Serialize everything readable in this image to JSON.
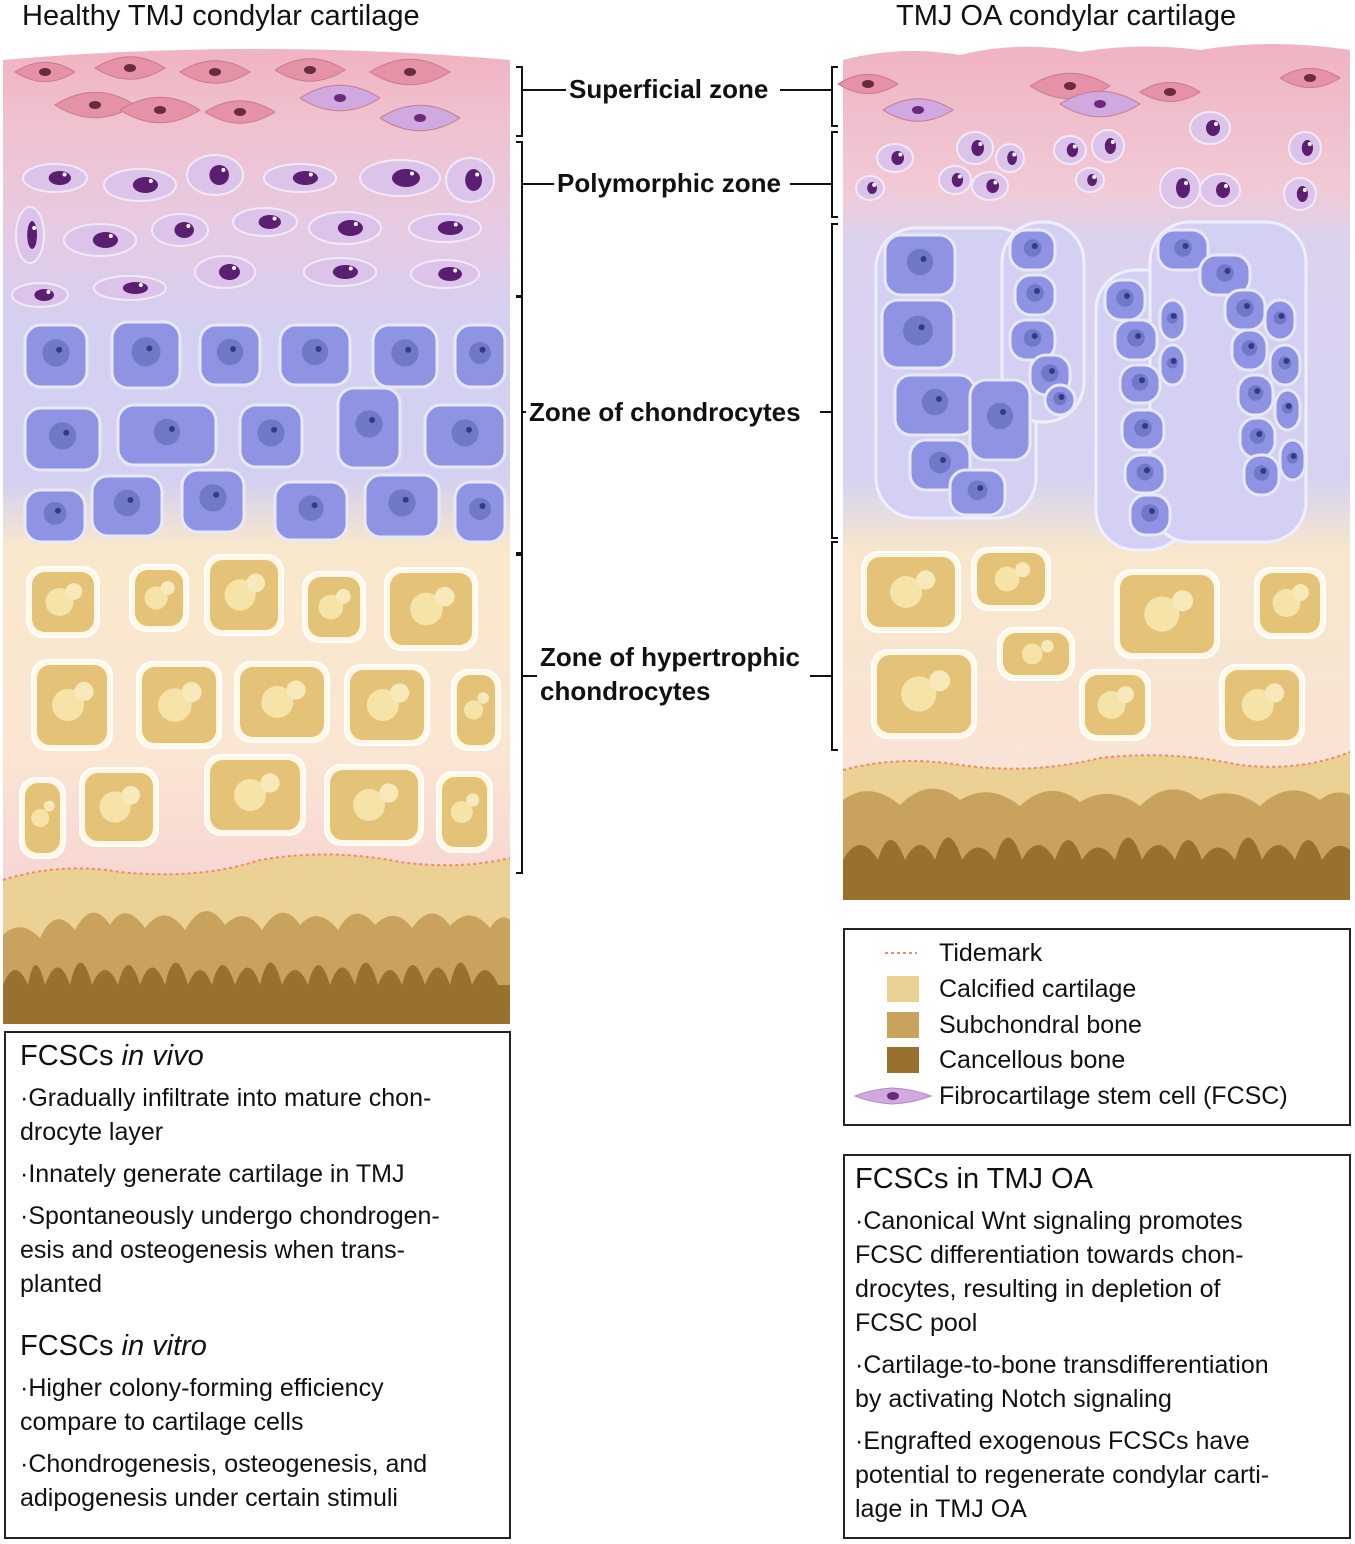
{
  "titles": {
    "left": "Healthy TMJ condylar cartilage",
    "right": "TMJ OA condylar cartilage"
  },
  "zones": {
    "superficial": "Superficial zone",
    "polymorphic": "Polymorphic zone",
    "chondrocytes": "Zone of chondrocytes",
    "hypertrophic_line1": "Zone of hypertrophic",
    "hypertrophic_line2": "chondrocytes"
  },
  "legend": {
    "tidemark": "Tidemark",
    "calcified": "Calcified cartilage",
    "subchondral": "Subchondral bone",
    "cancellous": "Cancellous bone",
    "fcsc": "Fibrocartilage stem cell (FCSC)",
    "colors": {
      "tidemark": "#f08a6a",
      "calcified": "#ecd194",
      "subchondral": "#c9a35d",
      "cancellous": "#97712d",
      "fcsc": "#c9a3dc"
    }
  },
  "invivo": {
    "heading_main": "FCSCs ",
    "heading_italic": "in vivo",
    "b1_l1": "·Gradually infiltrate into mature chon-",
    "b1_l2": "drocyte layer",
    "b2_l1": "·Innately generate cartilage in TMJ",
    "b3_l1": "·Spontaneously undergo chondrogen-",
    "b3_l2": "esis and osteogenesis when trans-",
    "b3_l3": "planted"
  },
  "invitro": {
    "heading_main": "FCSCs ",
    "heading_italic": "in vitro",
    "b1_l1": "·Higher colony-forming efficiency",
    "b1_l2": "compare to cartilage cells",
    "b2_l1": "·Chondrogenesis, osteogenesis, and",
    "b2_l2": "adipogenesis under certain stimuli"
  },
  "oa": {
    "heading": "FCSCs in TMJ OA",
    "b1_l1": "·Canonical Wnt signaling promotes",
    "b1_l2": "FCSC differentiation towards chon-",
    "b1_l3": "drocytes, resulting in depletion of",
    "b1_l4": "FCSC pool",
    "b2_l1": "·Cartilage-to-bone transdifferentiation",
    "b2_l2": "by activating Notch signaling",
    "b3_l1": "·Engrafted exogenous FCSCs have",
    "b3_l2": "potential to regenerate condylar carti-",
    "b3_l3": "lage in TMJ OA"
  }
}
